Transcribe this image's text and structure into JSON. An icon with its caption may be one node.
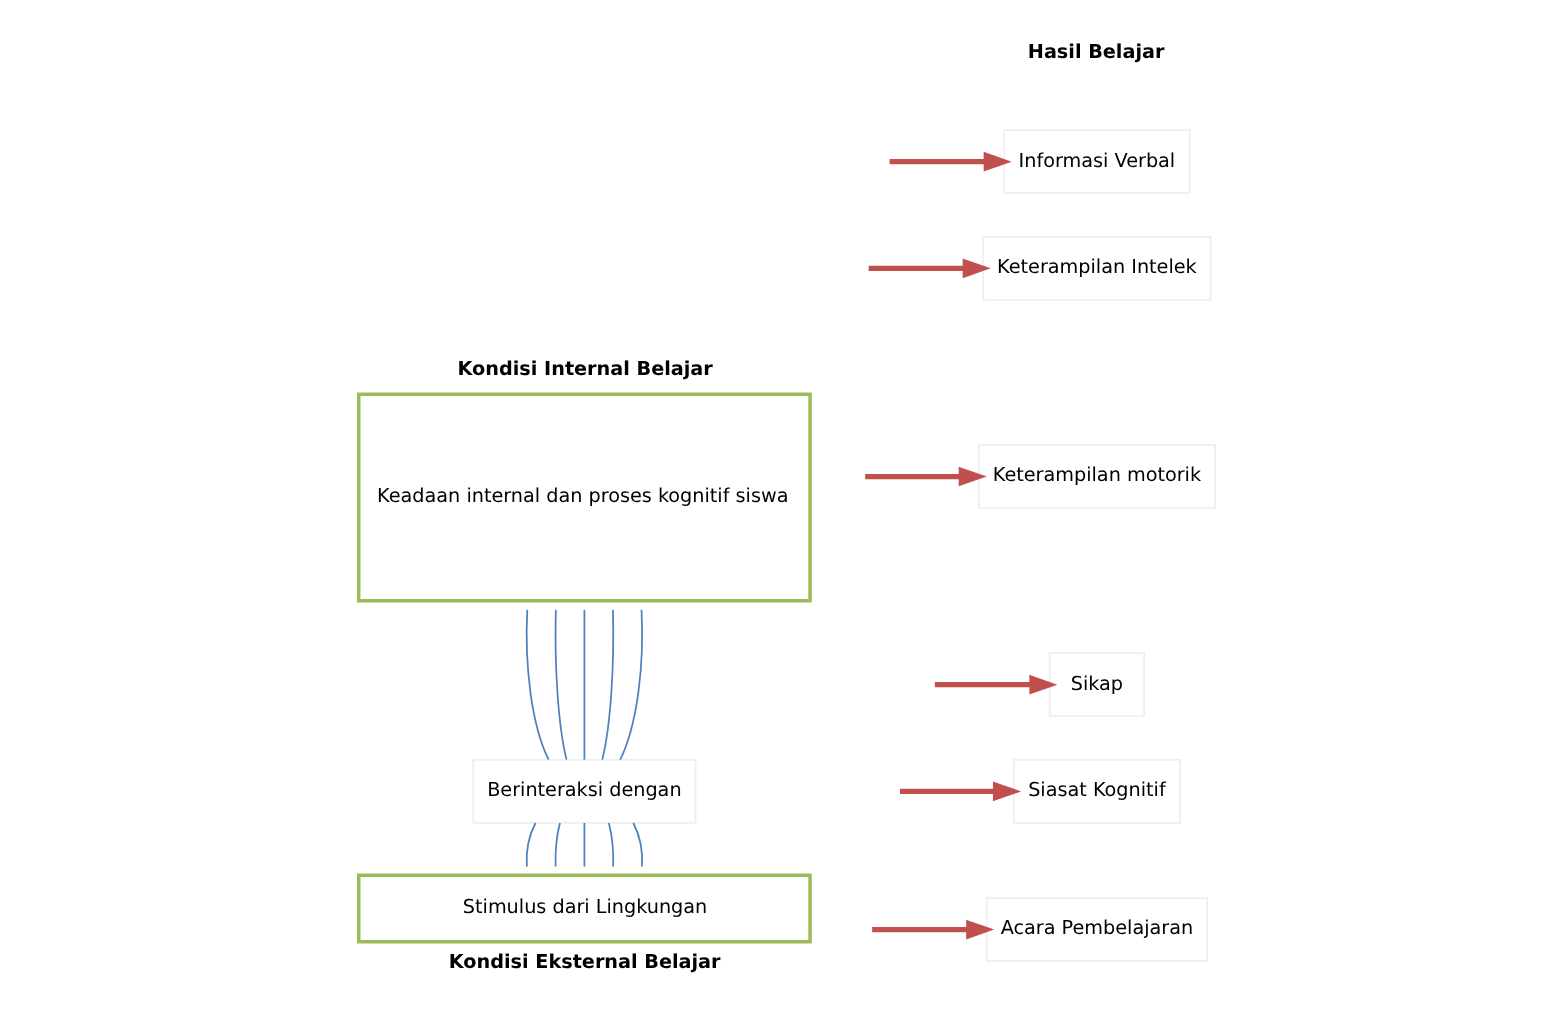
{
  "diagram": {
    "nodes": [
      {
        "text": [
          "Kondisi Internal Belajar",
          "Keadaan internal dan proses kognitif siswa"
        ]
      },
      {
        "text": [
          "Informasi Verbal"
        ]
      },
      {
        "text": [
          "Keterampilan Intelek"
        ]
      },
      {
        "text": [
          "Keterampilan motorik"
        ]
      },
      {
        "text": [
          "Sikap"
        ]
      },
      {
        "text": [
          "Siasat Kognitif"
        ]
      },
      {
        "text": [
          "Berinteraksi dengan"
        ]
      },
      {
        "text": [
          "Stimulus dari Lingkungan",
          "Kondisi Eksternal Belajar"
        ]
      },
      {
        "text": [
          "Acara Pembelajaran"
        ]
      }
    ],
    "edges": [
      {
        "from": null,
        "to": 1,
        "arrow": "to",
        "style": "thick",
        "color": "#c0504d"
      },
      {
        "from": null,
        "to": 2,
        "arrow": "to",
        "style": "thick",
        "color": "#c0504d"
      },
      {
        "from": null,
        "to": 3,
        "arrow": "to",
        "style": "thick",
        "color": "#c0504d"
      },
      {
        "from": null,
        "to": 4,
        "arrow": "to",
        "style": "thick",
        "color": "#c0504d"
      },
      {
        "from": null,
        "to": 5,
        "arrow": "to",
        "style": "thick",
        "color": "#c0504d"
      },
      {
        "from": 0,
        "to": 6,
        "arrow": "none",
        "color": "#4f81bd"
      },
      {
        "from": 0,
        "to": 6,
        "arrow": "none",
        "color": "#4f81bd"
      },
      {
        "from": 0,
        "to": 6,
        "arrow": "none",
        "color": "#4f81bd"
      },
      {
        "from": 0,
        "to": 6,
        "arrow": "none",
        "color": "#4f81bd"
      },
      {
        "from": 0,
        "to": 6,
        "arrow": "none",
        "color": "#4f81bd"
      },
      {
        "from": 6,
        "to": 7,
        "arrow": "none",
        "color": "#4f81bd"
      },
      {
        "from": 6,
        "to": 7,
        "arrow": "none",
        "color": "#4f81bd"
      },
      {
        "from": 6,
        "to": 7,
        "arrow": "none",
        "color": "#4f81bd"
      },
      {
        "from": 6,
        "to": 7,
        "arrow": "none",
        "color": "#4f81bd"
      },
      {
        "from": 6,
        "to": 7,
        "arrow": "none",
        "color": "#4f81bd"
      },
      {
        "from": null,
        "to": 8,
        "arrow": "to",
        "style": "thick",
        "color": "#c0504d"
      }
    ],
    "labels": [
      "Hasil Belajar"
    ]
  }
}
